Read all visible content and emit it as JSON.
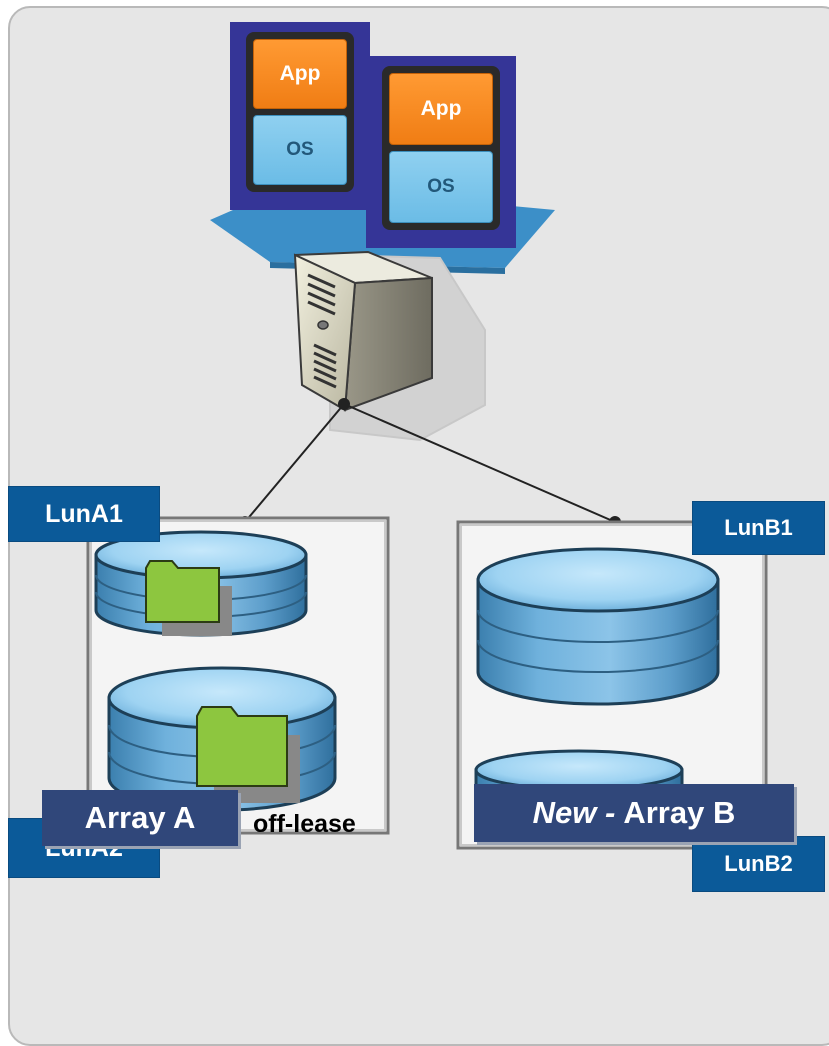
{
  "vms": [
    {
      "app_label": "App",
      "os_label": "OS"
    },
    {
      "app_label": "App",
      "os_label": "OS"
    }
  ],
  "labels": {
    "lun_a1": "LunA1",
    "lun_a2": "LunA2",
    "lun_b1": "LunB1",
    "lun_b2": "LunB2"
  },
  "arrays": {
    "array_a": "Array A",
    "array_b_prefix": "New -",
    "array_b_name": "Array B",
    "off_lease": "off-lease"
  },
  "colors": {
    "vm_frame": "#353597",
    "app": "#f38a1e",
    "os": "#7cc6ec",
    "lun_label": "#0b5a99",
    "array_label": "#30477a",
    "folder": "#8cc43c",
    "disk": "#5a9cc6"
  }
}
